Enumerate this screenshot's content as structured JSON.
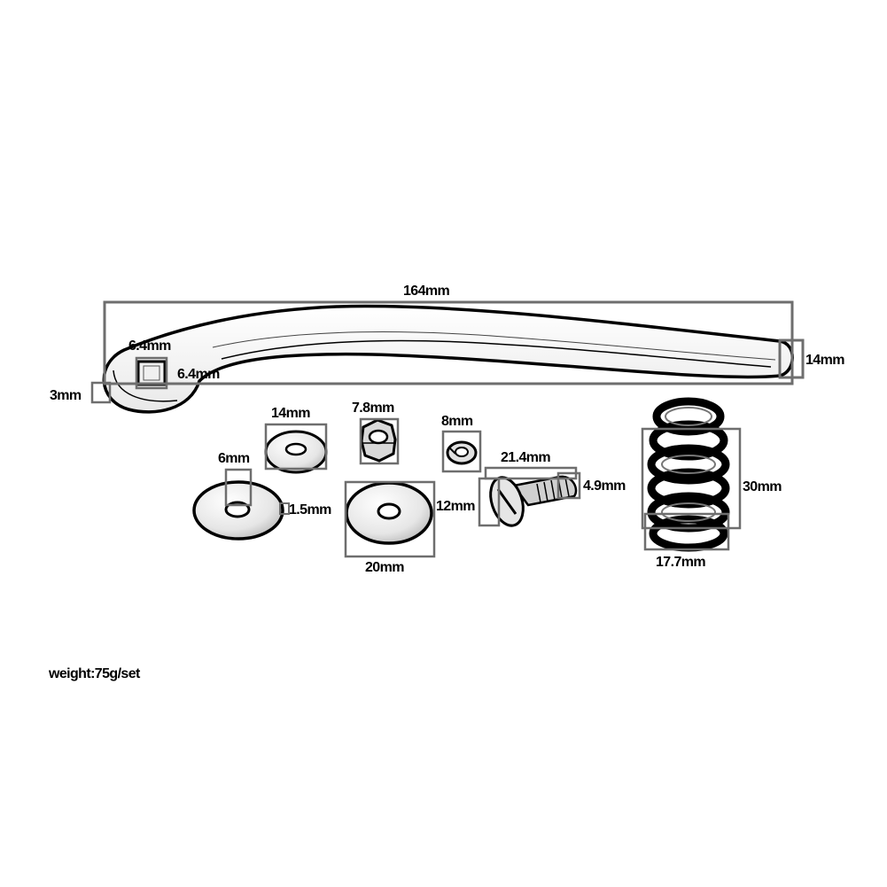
{
  "colors": {
    "ink": "#000000",
    "dimension_box": "#6e6e6e",
    "background": "#ffffff"
  },
  "dimensions": {
    "lever_length": "164mm",
    "lever_tip_width": "14mm",
    "square_hole_height": "6.4mm",
    "square_hole_width": "6.4mm",
    "lever_thickness": "3mm",
    "small_washer_dia": "14mm",
    "nut_size": "7.8mm",
    "spring_washer_size": "8mm",
    "bolt_length": "21.4mm",
    "bolt_thread_dia": "4.9mm",
    "bolt_head_dia": "12mm",
    "large_washer_hole": "6mm",
    "large_washer_thickness": "1.5mm",
    "large_washer_dia": "20mm",
    "spring_length": "30mm",
    "spring_dia": "17.7mm"
  },
  "weight": "weight:75g/set"
}
